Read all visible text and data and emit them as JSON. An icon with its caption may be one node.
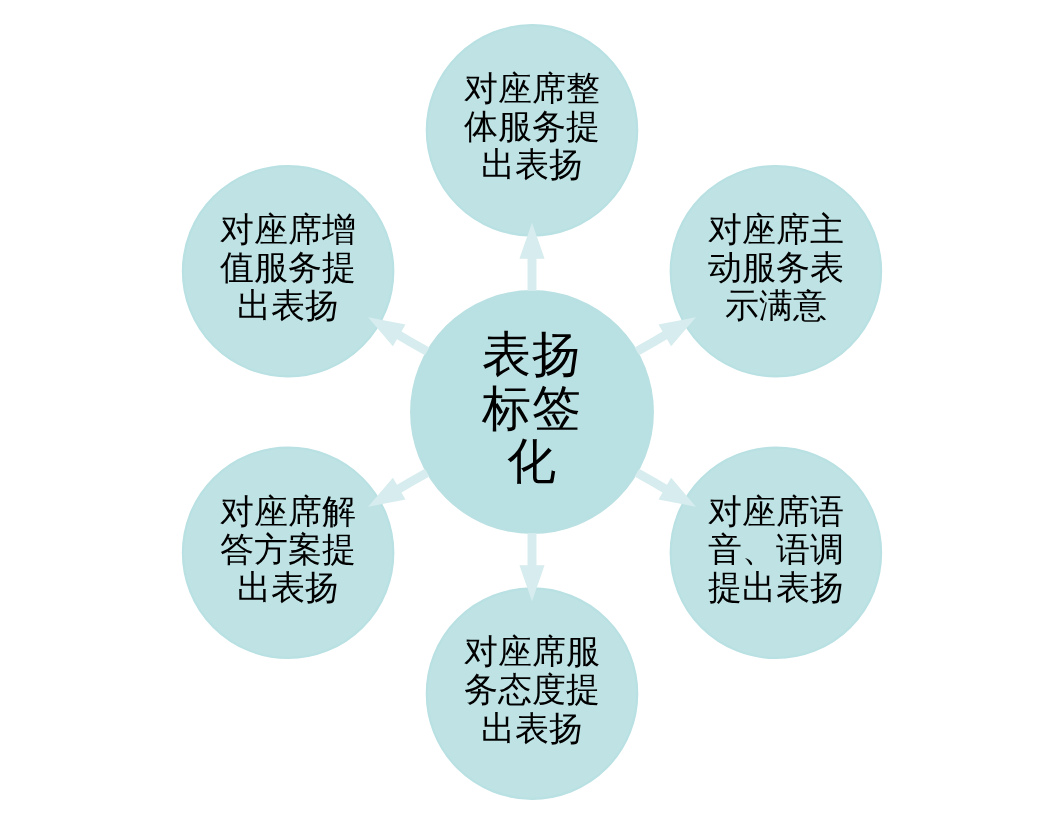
{
  "diagram": {
    "nodes": [
      {
        "text": [
          "表扬标签化"
        ]
      },
      {
        "text": [
          "对座席主动服务表示满意"
        ]
      },
      {
        "text": [
          "对座席整体服务提出表扬"
        ]
      },
      {
        "text": [
          "对座席增值服务提出表扬"
        ]
      },
      {
        "text": [
          "对座席解答方案提出表扬"
        ]
      },
      {
        "text": [
          "对座席服务态度提出表扬"
        ]
      },
      {
        "text": [
          "对座席语音、语调提出表扬"
        ]
      }
    ],
    "edges": [
      {
        "from": 0,
        "to": 1,
        "arrow": "to"
      },
      {
        "from": 0,
        "to": 2,
        "arrow": "to"
      },
      {
        "from": 0,
        "to": 3,
        "arrow": "to"
      },
      {
        "from": 0,
        "to": 4,
        "arrow": "to"
      },
      {
        "from": 0,
        "to": 5,
        "arrow": "to"
      },
      {
        "from": 0,
        "to": 6,
        "arrow": "to"
      }
    ]
  }
}
